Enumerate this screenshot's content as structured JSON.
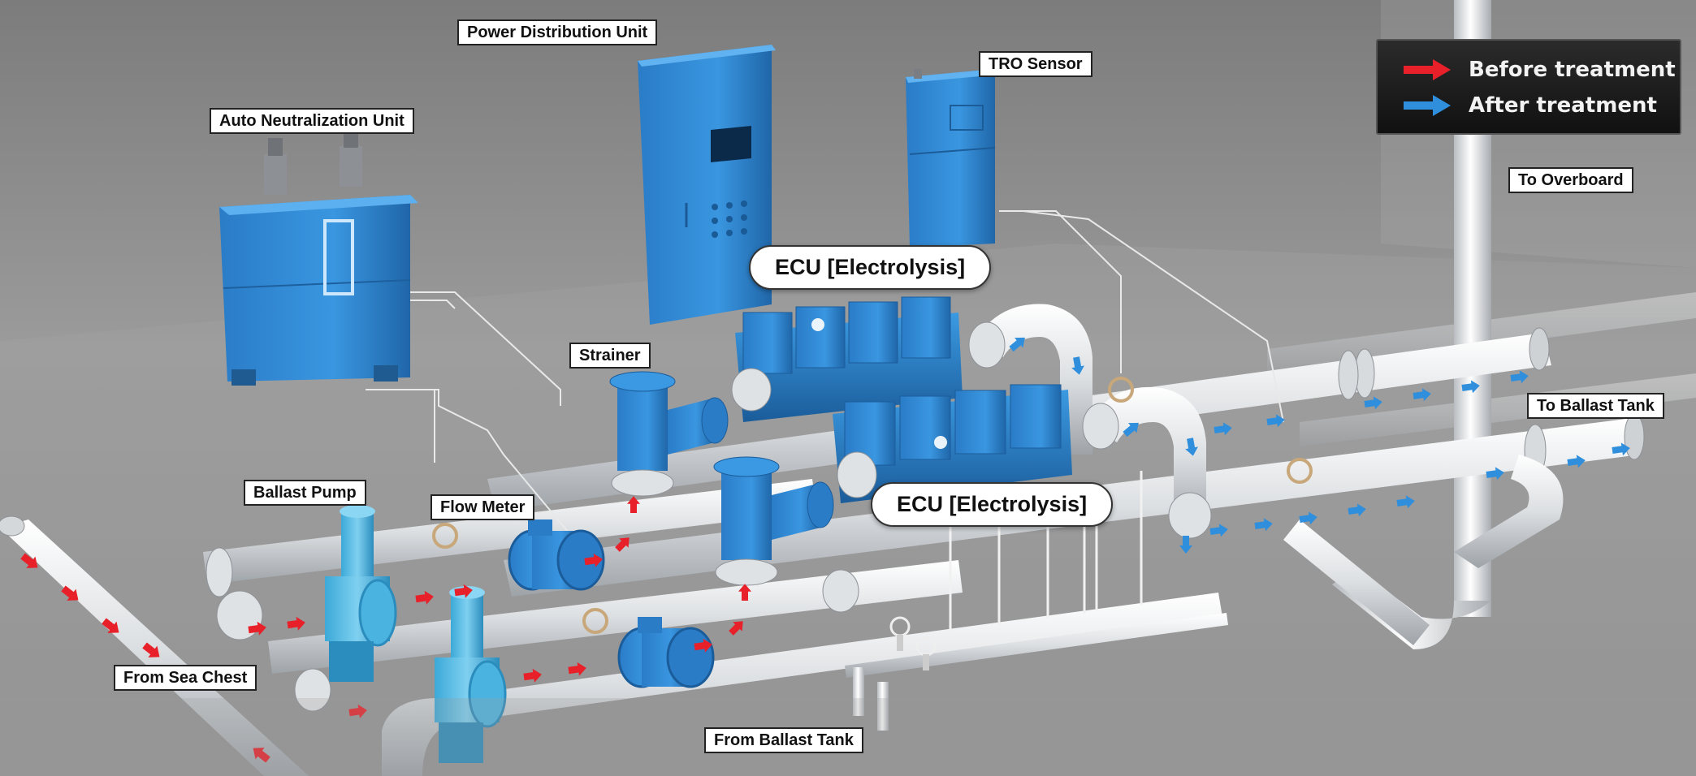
{
  "labels": {
    "power_distribution_unit": "Power Distribution Unit",
    "tro_sensor": "TRO Sensor",
    "auto_neutralization_unit": "Auto Neutralization Unit",
    "to_overboard": "To Overboard",
    "strainer": "Strainer",
    "ecu_upper": "ECU [Electrolysis]",
    "ecu_lower": "ECU [Electrolysis]",
    "to_ballast_tank": "To Ballast Tank",
    "ballast_pump": "Ballast Pump",
    "flow_meter": "Flow Meter",
    "from_sea_chest": "From Sea Chest",
    "from_ballast_tank": "From Ballast Tank"
  },
  "legend": {
    "items": [
      {
        "label": "Before treatment",
        "color": "#e8202a"
      },
      {
        "label": "After treatment",
        "color": "#2f8fdc"
      }
    ]
  },
  "colors": {
    "before_treatment": "#e8202a",
    "after_treatment": "#2f8fdc",
    "equipment_blue": "#2e86d4",
    "pipe_white": "#e6e8ea",
    "background": "#8a8a8a"
  },
  "icons": {
    "flow_arrow_before": "right-arrow-red",
    "flow_arrow_after": "right-arrow-blue"
  }
}
